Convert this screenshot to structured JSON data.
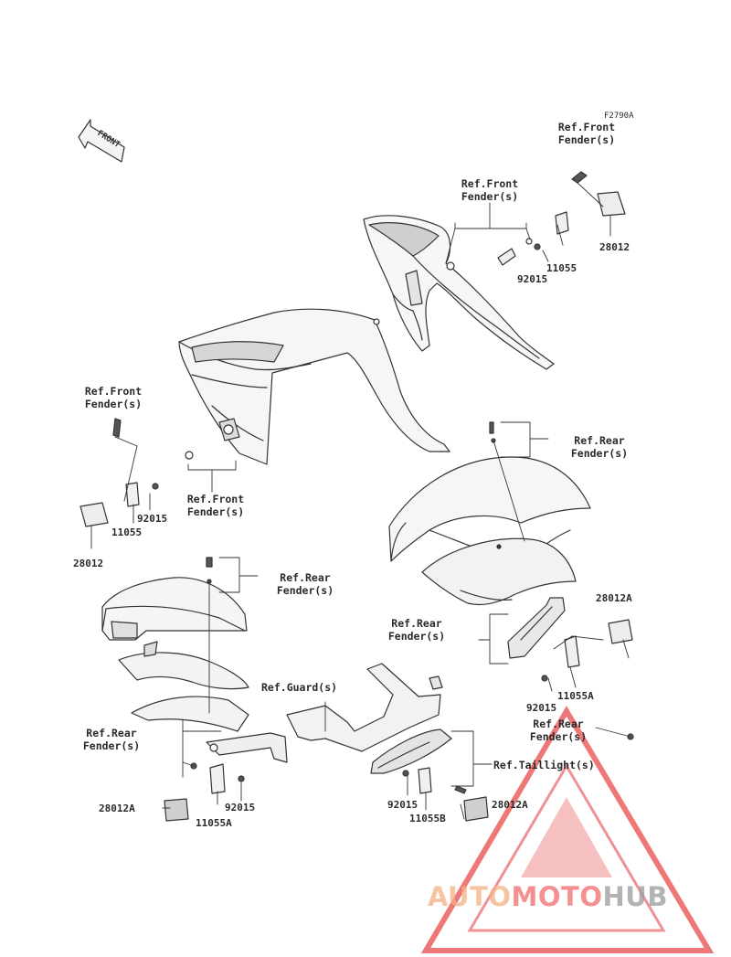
{
  "figure_code": "F2790A",
  "front_arrow_label": "FRONT",
  "refs": {
    "front_fender_top": "Ref.Front\nFender(s)",
    "front_fender_upper_mid": "Ref.Front\nFender(s)",
    "front_fender_left": "Ref.Front\nFender(s)",
    "front_fender_lower": "Ref.Front\nFender(s)",
    "rear_fender_right_top": "Ref.Rear\nFender(s)",
    "rear_fender_center_left": "Ref.Rear\nFender(s)",
    "rear_fender_center": "Ref.Rear\nFender(s)",
    "rear_fender_bottom_left": "Ref.Rear\nFender(s)",
    "rear_fender_bottom_right": "Ref.Rear\nFender(s)",
    "guard": "Ref.Guard(s)",
    "taillight": "Ref.Taillight(s)"
  },
  "parts": {
    "p28012_top": "28012",
    "p11055_top": "11055",
    "p92015_top": "92015",
    "p28012_left": "28012",
    "p11055_left": "11055",
    "p92015_left": "92015",
    "p28012A_right": "28012A",
    "p11055A_right": "11055A",
    "p92015_right": "92015",
    "p28012A_bottom_left": "28012A",
    "p11055A_bottom_left": "11055A",
    "p92015_bottom_left": "92015",
    "p92015_bottom_center": "92015",
    "p11055B": "11055B",
    "p28012A_bottom_center": "28012A"
  },
  "watermark": {
    "part1": "AUTO",
    "part2": "MOTO",
    "part3": "HUB",
    "color_auto": "#f4b183",
    "color_moto": "#f26b6b",
    "color_hub": "#9a9a9a",
    "triangle_color": "#e84a4a"
  }
}
